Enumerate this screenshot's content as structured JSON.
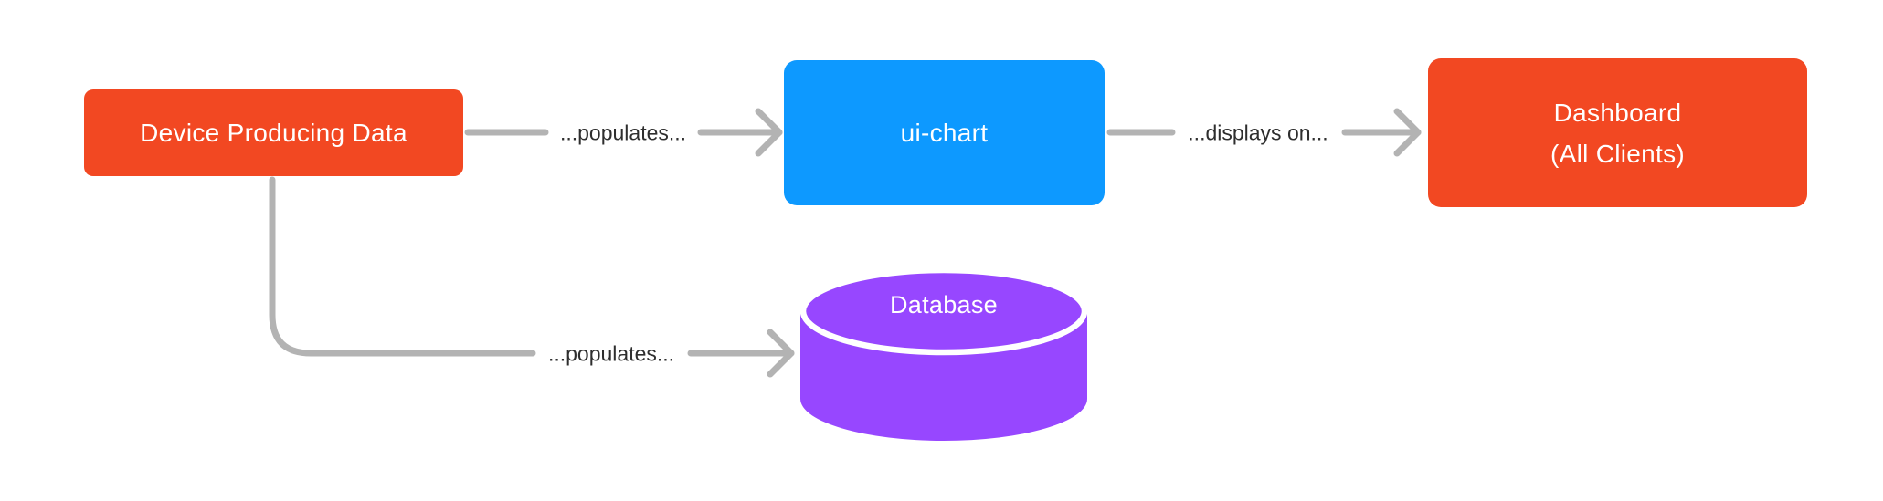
{
  "diagram": {
    "nodes": {
      "device": {
        "label": "Device Producing Data",
        "shape": "rounded-rect",
        "fill": "#F24822",
        "text_color": "#FFFFFF"
      },
      "ui_chart": {
        "label": "ui-chart",
        "shape": "rounded-rect",
        "fill": "#0D99FF",
        "text_color": "#FFFFFF"
      },
      "dashboard": {
        "label_line1": "Dashboard",
        "label_line2": "(All Clients)",
        "shape": "rounded-rect",
        "fill": "#F24822",
        "text_color": "#FFFFFF"
      },
      "database": {
        "label": "Database",
        "shape": "cylinder",
        "fill": "#9747FF",
        "text_color": "#FFFFFF"
      }
    },
    "edges": [
      {
        "from": "Device Producing Data",
        "to": "ui-chart",
        "label": "...populates..."
      },
      {
        "from": "ui-chart",
        "to": "Dashboard (All Clients)",
        "label": "...displays on..."
      },
      {
        "from": "Device Producing Data",
        "to": "Database",
        "label": "...populates..."
      }
    ],
    "style": {
      "connector_color": "#B3B3B3",
      "label_text_color": "#2E2E2E",
      "background": "#FFFFFF"
    }
  }
}
